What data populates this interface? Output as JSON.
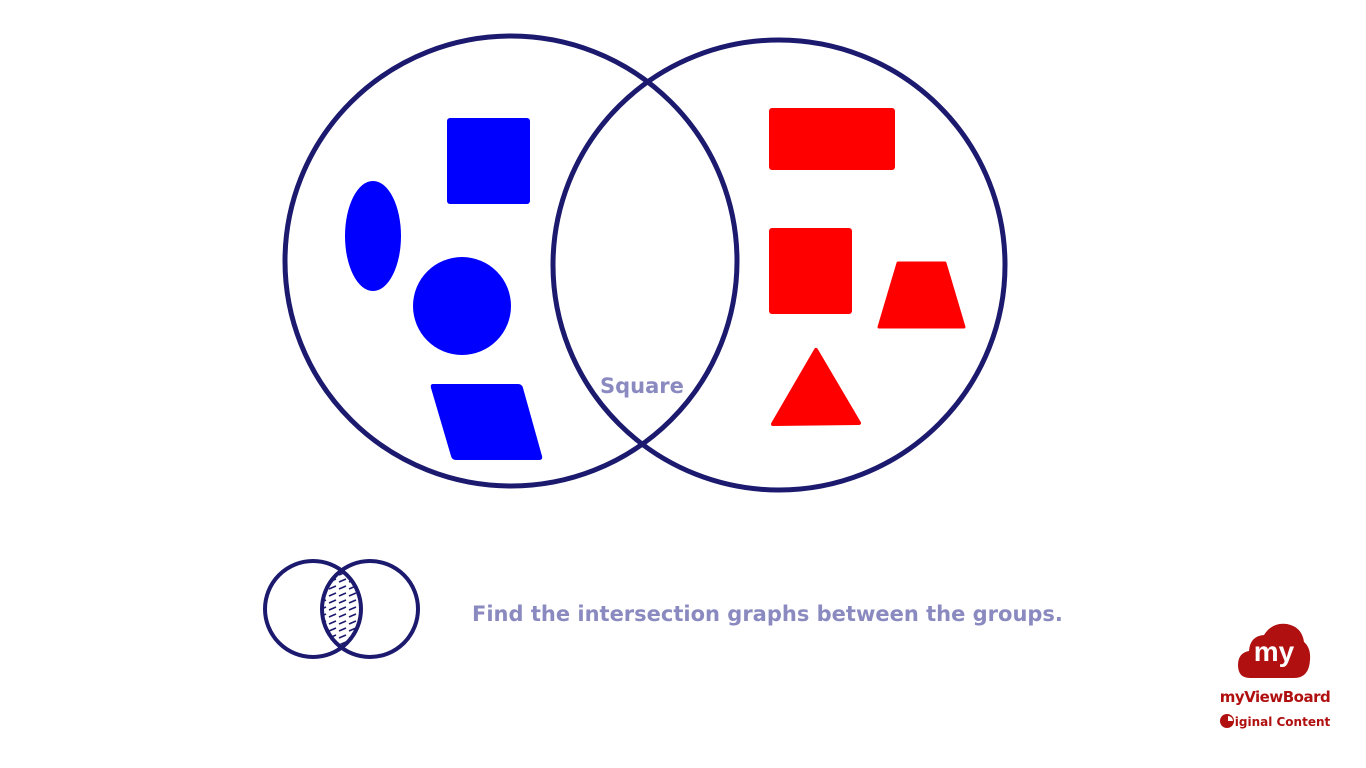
{
  "diagram": {
    "intersection_label": "Square",
    "instruction": "Find the intersection graphs between the groups.",
    "colors": {
      "outline": "#1c1a6e",
      "left_group_fill": "#0000ff",
      "right_group_fill": "#ff0000",
      "label_text": "#8a8ac0"
    },
    "left_group": [
      "ellipse",
      "square",
      "circle",
      "parallelogram"
    ],
    "right_group": [
      "rectangle",
      "square",
      "trapezoid",
      "triangle"
    ]
  },
  "branding": {
    "logo_text": "my",
    "name": "myViewBoard",
    "subtitle_suffix": "iginal Content",
    "color": "#b01010"
  }
}
